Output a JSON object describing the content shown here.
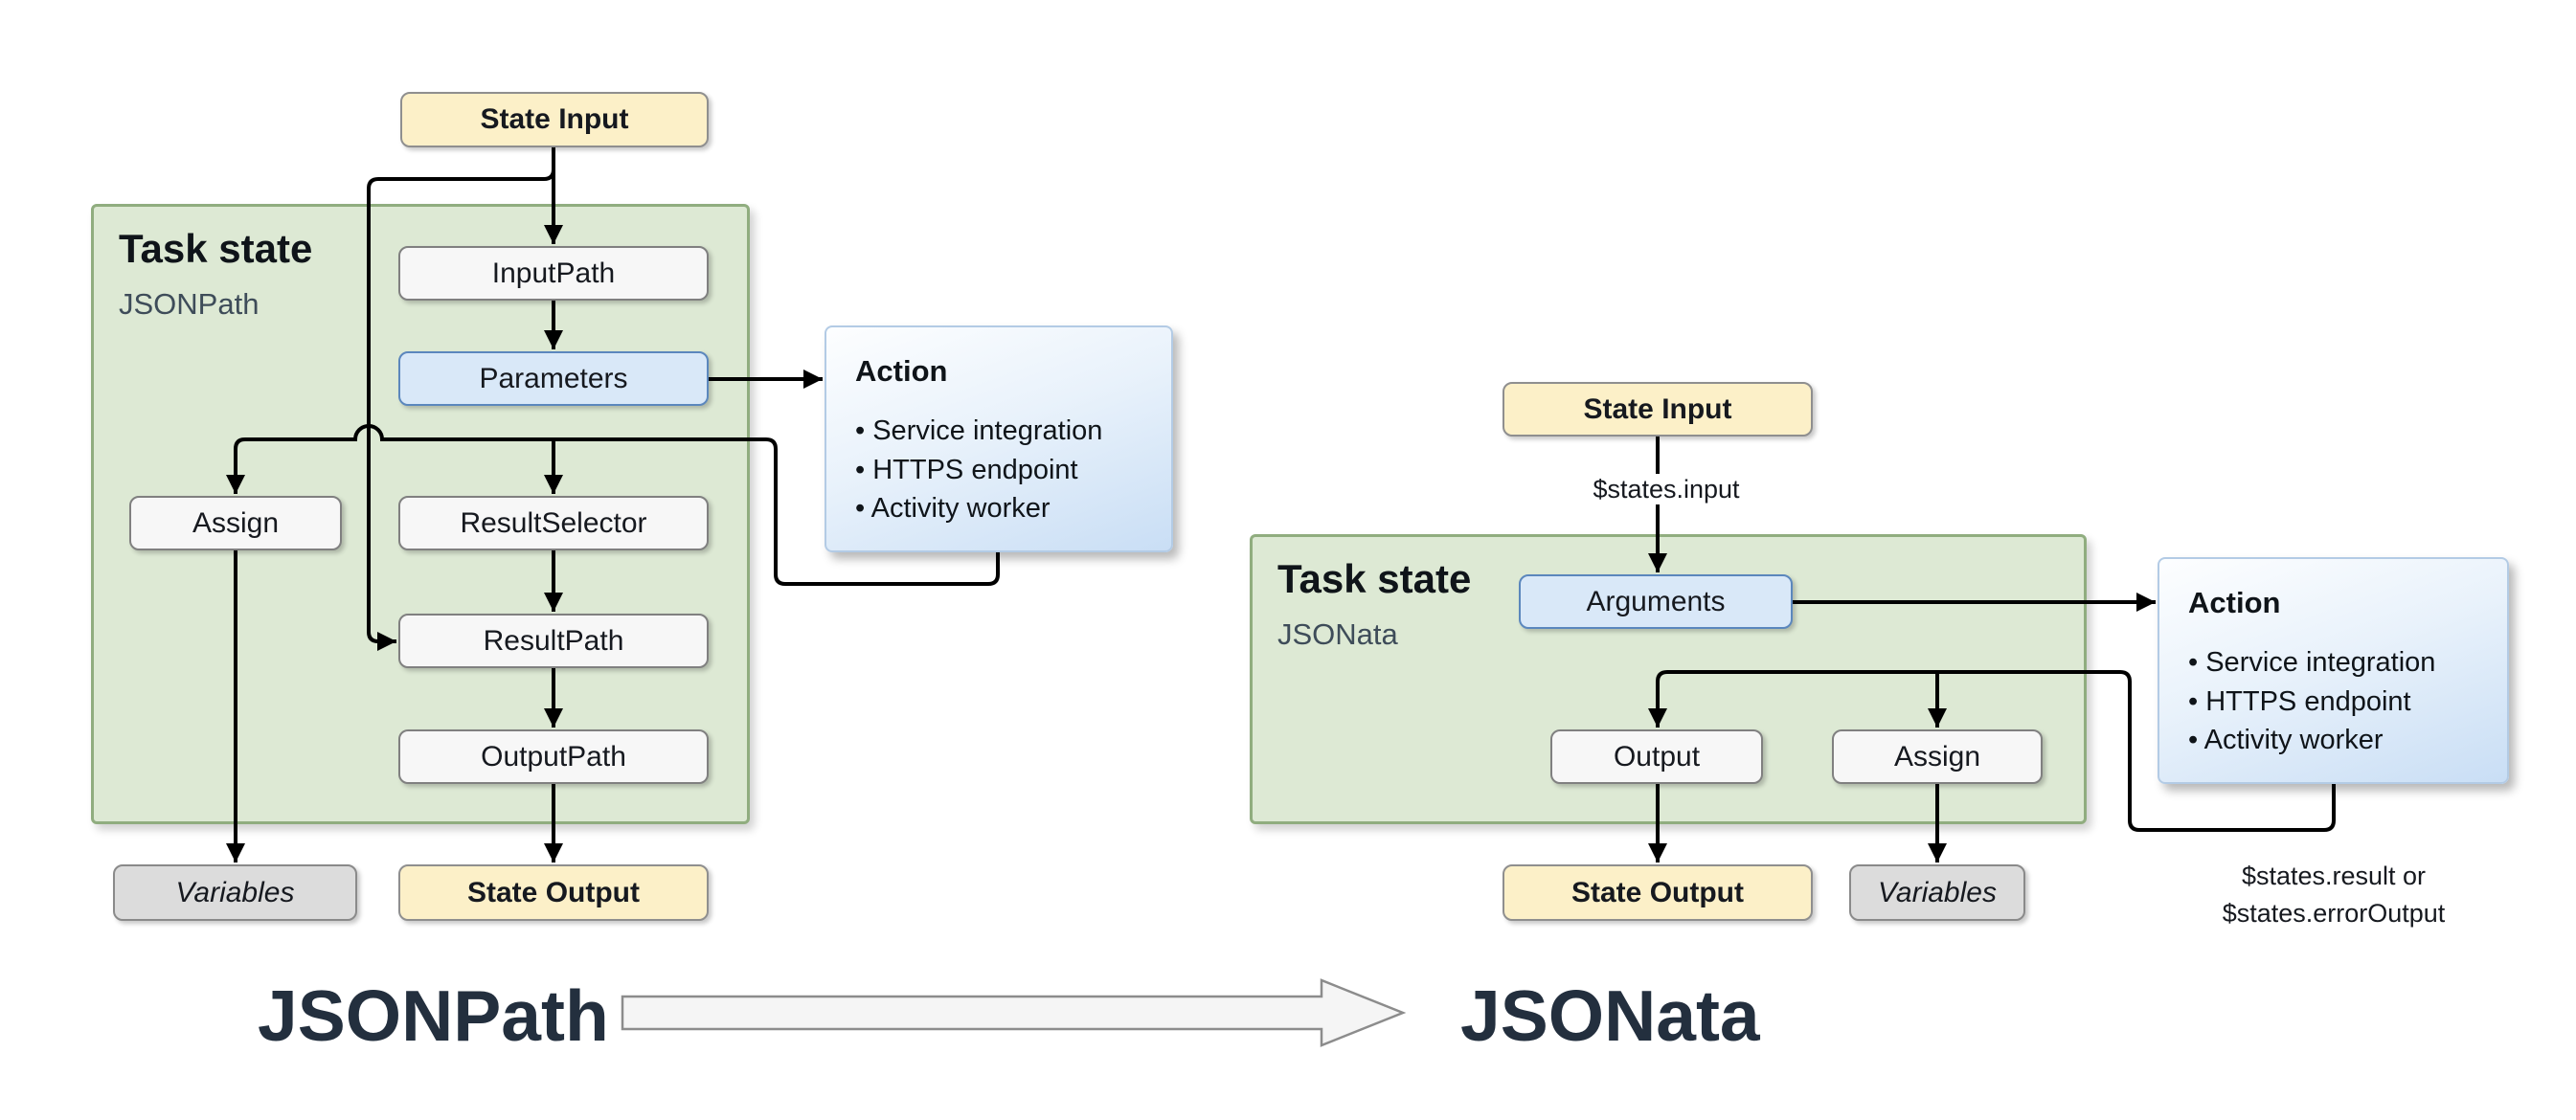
{
  "jsonpath_diagram": {
    "state_input": "State Input",
    "task_state": {
      "title": "Task state",
      "engine": "JSONPath"
    },
    "nodes": {
      "input_path": "InputPath",
      "parameters": "Parameters",
      "assign": "Assign",
      "result_selector": "ResultSelector",
      "result_path": "ResultPath",
      "output_path": "OutputPath"
    },
    "action": {
      "title": "Action",
      "items": [
        "Service integration",
        "HTTPS endpoint",
        "Activity worker"
      ]
    },
    "variables": "Variables",
    "state_output": "State Output"
  },
  "jsonata_diagram": {
    "state_input": "State Input",
    "input_annotation": "$states.input",
    "task_state": {
      "title": "Task state",
      "engine": "JSONata"
    },
    "nodes": {
      "arguments": "Arguments",
      "output": "Output",
      "assign": "Assign"
    },
    "action": {
      "title": "Action",
      "items": [
        "Service integration",
        "HTTPS endpoint",
        "Activity worker"
      ]
    },
    "state_output": "State Output",
    "variables": "Variables",
    "result_annotation": [
      "$states.result or",
      "$states.errorOutput"
    ]
  },
  "footer": {
    "from_label": "JSONPath",
    "to_label": "JSONata"
  },
  "colors": {
    "state_io_fill": "#FCF0C8",
    "task_state_fill": "#DDE9D4",
    "task_state_border": "#90AD7F",
    "node_fill": "#F7F7F7",
    "node_border": "#808080",
    "highlight_fill": "#D9E8F8",
    "highlight_border": "#5B87BD",
    "action_fill_bottom": "#C9DEF5",
    "variables_fill": "#DCDCDC",
    "arrow_color": "#000000",
    "footer_text": "#232F3E"
  }
}
